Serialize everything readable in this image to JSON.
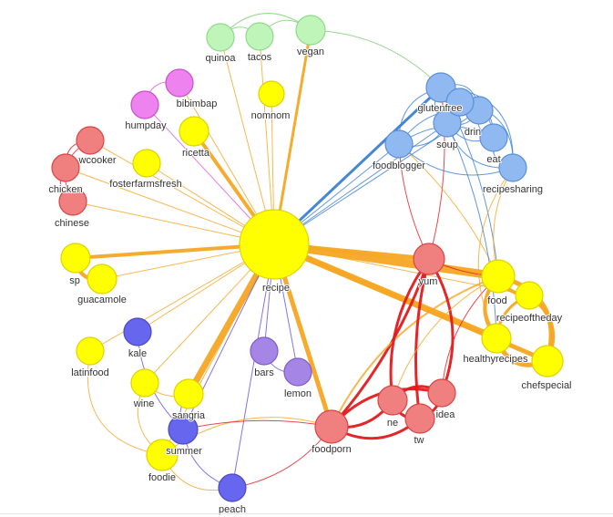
{
  "graph": {
    "colors": {
      "green": "#bff5b8",
      "magenta": "#ee82ee",
      "red": "#f07f7f",
      "yellow": "#ffff00",
      "blue": "#8fb9f0",
      "purple": "#6666ee",
      "lavender": "#a585e6",
      "edge_orange": "#f5a623",
      "edge_red": "#e31a1c",
      "edge_blue": "#3b7fd4",
      "edge_purple": "#6a4fe0",
      "edge_green": "#7ccf70",
      "edge_magenta": "#d957d9"
    },
    "nodes": [
      {
        "id": "recipe",
        "label": "recipe",
        "group": "yellow"
      },
      {
        "id": "quinoa",
        "label": "quinoa",
        "group": "green"
      },
      {
        "id": "tacos",
        "label": "tacos",
        "group": "green"
      },
      {
        "id": "vegan",
        "label": "vegan",
        "group": "green"
      },
      {
        "id": "bibimbap",
        "label": "bibimbap",
        "group": "magenta"
      },
      {
        "id": "humpday",
        "label": "humpday",
        "group": "magenta"
      },
      {
        "id": "nomnom",
        "label": "nomnom",
        "group": "yellow"
      },
      {
        "id": "ricetta",
        "label": "ricetta",
        "group": "yellow"
      },
      {
        "id": "crockpot",
        "label": "wcooker",
        "group": "red"
      },
      {
        "id": "chicken",
        "label": "chicken",
        "group": "red"
      },
      {
        "id": "chinese",
        "label": "chinese",
        "group": "red"
      },
      {
        "id": "fosterfarmsfresh",
        "label": "fosterfarmsfresh",
        "group": "yellow"
      },
      {
        "id": "sp",
        "label": "sp",
        "group": "yellow"
      },
      {
        "id": "guacamole",
        "label": "guacamole",
        "group": "yellow"
      },
      {
        "id": "kale",
        "label": "kale",
        "group": "purple"
      },
      {
        "id": "latinfood",
        "label": "latinfood",
        "group": "yellow"
      },
      {
        "id": "wine",
        "label": "wine",
        "group": "yellow"
      },
      {
        "id": "sangria",
        "label": "sangria",
        "group": "yellow"
      },
      {
        "id": "summer",
        "label": "summer",
        "group": "purple"
      },
      {
        "id": "foodie",
        "label": "foodie",
        "group": "yellow"
      },
      {
        "id": "peach",
        "label": "peach",
        "group": "purple"
      },
      {
        "id": "bars",
        "label": "bars",
        "group": "lavender"
      },
      {
        "id": "lemon",
        "label": "lemon",
        "group": "lavender"
      },
      {
        "id": "foodporn",
        "label": "foodporn",
        "group": "red"
      },
      {
        "id": "yum",
        "label": "yum",
        "group": "red"
      },
      {
        "id": "ne",
        "label": "ne",
        "group": "red"
      },
      {
        "id": "idea",
        "label": "idea",
        "group": "red"
      },
      {
        "id": "tw",
        "label": "tw",
        "group": "red"
      },
      {
        "id": "food",
        "label": "food",
        "group": "yellow"
      },
      {
        "id": "recipeoftheday",
        "label": "recipeoftheday",
        "group": "yellow"
      },
      {
        "id": "healthyrecipes",
        "label": "healthyrecipes",
        "group": "yellow"
      },
      {
        "id": "chefspecial",
        "label": "chefspecial",
        "group": "yellow"
      },
      {
        "id": "glutenfree",
        "label": "glutenfree",
        "group": "blue"
      },
      {
        "id": "drink",
        "label": "drin",
        "group": "blue"
      },
      {
        "id": "soup",
        "label": "soup",
        "group": "blue"
      },
      {
        "id": "eat",
        "label": "eat",
        "group": "blue"
      },
      {
        "id": "foodblogger",
        "label": "foodblogger",
        "group": "blue"
      },
      {
        "id": "recipesharing",
        "label": "recipesharing",
        "group": "blue"
      },
      {
        "id": "blueA",
        "label": "",
        "group": "blue"
      }
    ],
    "edges": [
      {
        "s": "recipe",
        "t": "foodporn",
        "w": 5,
        "c": "edge_orange"
      },
      {
        "s": "recipe",
        "t": "food",
        "w": 9,
        "c": "edge_orange"
      },
      {
        "s": "recipe",
        "t": "healthyrecipes",
        "w": 7,
        "c": "edge_orange"
      },
      {
        "s": "recipe",
        "t": "yum",
        "w": 5,
        "c": "edge_orange"
      },
      {
        "s": "recipe",
        "t": "chefspecial",
        "w": 5,
        "c": "edge_orange"
      },
      {
        "s": "recipe",
        "t": "sangria",
        "w": 7,
        "c": "edge_orange"
      },
      {
        "s": "recipe",
        "t": "sp",
        "w": 4,
        "c": "edge_orange"
      },
      {
        "s": "recipe",
        "t": "ricetta",
        "w": 4,
        "c": "edge_orange"
      },
      {
        "s": "recipe",
        "t": "vegan",
        "w": 3,
        "c": "edge_orange"
      },
      {
        "s": "recipe",
        "t": "glutenfree",
        "w": 3,
        "c": "edge_blue"
      },
      {
        "s": "recipe",
        "t": "foodblogger",
        "w": 1,
        "c": "edge_blue"
      },
      {
        "s": "recipe",
        "t": "soup",
        "w": 1,
        "c": "edge_blue"
      },
      {
        "s": "recipe",
        "t": "drink",
        "w": 1,
        "c": "edge_blue"
      },
      {
        "s": "recipe",
        "t": "quinoa",
        "w": 1,
        "c": "edge_orange"
      },
      {
        "s": "recipe",
        "t": "tacos",
        "w": 1,
        "c": "edge_orange"
      },
      {
        "s": "recipe",
        "t": "bibimbap",
        "w": 1,
        "c": "edge_orange"
      },
      {
        "s": "recipe",
        "t": "humpday",
        "w": 1,
        "c": "edge_magenta"
      },
      {
        "s": "recipe",
        "t": "nomnom",
        "w": 1,
        "c": "edge_orange"
      },
      {
        "s": "recipe",
        "t": "crockpot",
        "w": 1,
        "c": "edge_orange"
      },
      {
        "s": "recipe",
        "t": "chicken",
        "w": 1,
        "c": "edge_orange"
      },
      {
        "s": "recipe",
        "t": "chinese",
        "w": 1,
        "c": "edge_orange"
      },
      {
        "s": "recipe",
        "t": "fosterfarmsfresh",
        "w": 1,
        "c": "edge_orange"
      },
      {
        "s": "recipe",
        "t": "guacamole",
        "w": 1,
        "c": "edge_orange"
      },
      {
        "s": "recipe",
        "t": "kale",
        "w": 1,
        "c": "edge_orange"
      },
      {
        "s": "recipe",
        "t": "latinfood",
        "w": 1,
        "c": "edge_orange"
      },
      {
        "s": "recipe",
        "t": "wine",
        "w": 1,
        "c": "edge_orange"
      },
      {
        "s": "recipe",
        "t": "summer",
        "w": 1,
        "c": "edge_purple"
      },
      {
        "s": "recipe",
        "t": "foodie",
        "w": 1,
        "c": "edge_orange"
      },
      {
        "s": "recipe",
        "t": "peach",
        "w": 1,
        "c": "edge_purple"
      },
      {
        "s": "recipe",
        "t": "bars",
        "w": 1,
        "c": "edge_purple"
      },
      {
        "s": "recipe",
        "t": "lemon",
        "w": 1,
        "c": "edge_purple"
      },
      {
        "s": "recipe",
        "t": "recipeoftheday",
        "w": 1,
        "c": "edge_orange"
      },
      {
        "s": "quinoa",
        "t": "tacos",
        "w": 1,
        "c": "edge_green",
        "curve": -0.5
      },
      {
        "s": "tacos",
        "t": "vegan",
        "w": 1,
        "c": "edge_green",
        "curve": -0.5
      },
      {
        "s": "quinoa",
        "t": "vegan",
        "w": 1,
        "c": "edge_green",
        "curve": -0.45
      },
      {
        "s": "vegan",
        "t": "glutenfree",
        "w": 1,
        "c": "edge_green",
        "curve": -0.2
      },
      {
        "s": "bibimbap",
        "t": "humpday",
        "w": 1,
        "c": "edge_magenta",
        "curve": 0.5
      },
      {
        "s": "crockpot",
        "t": "chicken",
        "w": 1,
        "c": "edge_red",
        "curve": 0.5
      },
      {
        "s": "chicken",
        "t": "chinese",
        "w": 1,
        "c": "edge_red",
        "curve": 0.5
      },
      {
        "s": "crockpot",
        "t": "chinese",
        "w": 1,
        "c": "edge_red",
        "curve": 0.5
      },
      {
        "s": "sp",
        "t": "guacamole",
        "w": 4,
        "c": "edge_orange",
        "curve": 0.5
      },
      {
        "s": "kale",
        "t": "summer",
        "w": 1,
        "c": "edge_purple",
        "curve": 0.2
      },
      {
        "s": "summer",
        "t": "peach",
        "w": 1,
        "c": "edge_purple",
        "curve": 0.3
      },
      {
        "s": "bars",
        "t": "lemon",
        "w": 1,
        "c": "edge_purple",
        "curve": 0.4
      },
      {
        "s": "sangria",
        "t": "summer",
        "w": 1,
        "c": "edge_purple",
        "curve": 0.3
      },
      {
        "s": "wine",
        "t": "foodie",
        "w": 1,
        "c": "edge_orange",
        "curve": 0.4
      },
      {
        "s": "wine",
        "t": "sangria",
        "w": 1,
        "c": "edge_orange",
        "curve": 0.3
      },
      {
        "s": "latinfood",
        "t": "foodie",
        "w": 1,
        "c": "edge_orange",
        "curve": 0.5
      },
      {
        "s": "foodie",
        "t": "peach",
        "w": 1,
        "c": "edge_orange",
        "curve": 0.4
      },
      {
        "s": "foodie",
        "t": "foodporn",
        "w": 1,
        "c": "edge_orange",
        "curve": -0.25
      },
      {
        "s": "summer",
        "t": "foodporn",
        "w": 1,
        "c": "edge_red",
        "curve": -0.1
      },
      {
        "s": "peach",
        "t": "foodporn",
        "w": 1,
        "c": "edge_red",
        "curve": 0.2
      },
      {
        "s": "foodporn",
        "t": "yum",
        "w": 3,
        "c": "edge_red",
        "curve": 0.1
      },
      {
        "s": "foodporn",
        "t": "ne",
        "w": 3,
        "c": "edge_red",
        "curve": 0.3
      },
      {
        "s": "foodporn",
        "t": "tw",
        "w": 3,
        "c": "edge_red",
        "curve": 0.35
      },
      {
        "s": "foodporn",
        "t": "idea",
        "w": 3,
        "c": "edge_red",
        "curve": -0.3
      },
      {
        "s": "foodporn",
        "t": "food",
        "w": 2,
        "c": "edge_orange",
        "curve": -0.2
      },
      {
        "s": "yum",
        "t": "ne",
        "w": 3,
        "c": "edge_red",
        "curve": 0.2
      },
      {
        "s": "yum",
        "t": "idea",
        "w": 3,
        "c": "edge_red",
        "curve": -0.25
      },
      {
        "s": "yum",
        "t": "tw",
        "w": 3,
        "c": "edge_red",
        "curve": 0.1
      },
      {
        "s": "ne",
        "t": "idea",
        "w": 3,
        "c": "edge_red",
        "curve": -0.4
      },
      {
        "s": "ne",
        "t": "tw",
        "w": 3,
        "c": "edge_red",
        "curve": 0.4
      },
      {
        "s": "tw",
        "t": "idea",
        "w": 3,
        "c": "edge_red",
        "curve": 0.3
      },
      {
        "s": "yum",
        "t": "food",
        "w": 1,
        "c": "edge_red",
        "curve": 0.1
      },
      {
        "s": "yum",
        "t": "glutenfree",
        "w": 1,
        "c": "edge_red",
        "curve": 0.1
      },
      {
        "s": "yum",
        "t": "foodblogger",
        "w": 1,
        "c": "edge_red",
        "curve": -0.1
      },
      {
        "s": "idea",
        "t": "food",
        "w": 1,
        "c": "edge_red",
        "curve": -0.2
      },
      {
        "s": "food",
        "t": "recipeoftheday",
        "w": 4,
        "c": "edge_orange",
        "curve": 0.3
      },
      {
        "s": "food",
        "t": "healthyrecipes",
        "w": 4,
        "c": "edge_orange",
        "curve": 0.4
      },
      {
        "s": "food",
        "t": "chefspecial",
        "w": 5,
        "c": "edge_orange",
        "curve": -0.5
      },
      {
        "s": "healthyrecipes",
        "t": "chefspecial",
        "w": 5,
        "c": "edge_orange",
        "curve": 0.5
      },
      {
        "s": "recipeoftheday",
        "t": "chefspecial",
        "w": 4,
        "c": "edge_orange",
        "curve": -0.4
      },
      {
        "s": "healthyrecipes",
        "t": "recipeoftheday",
        "w": 3,
        "c": "edge_orange",
        "curve": -0.3
      },
      {
        "s": "food",
        "t": "glutenfree",
        "w": 1,
        "c": "edge_blue",
        "curve": 0.1
      },
      {
        "s": "food",
        "t": "recipesharing",
        "w": 1,
        "c": "edge_orange",
        "curve": -0.2
      },
      {
        "s": "food",
        "t": "foodblogger",
        "w": 1,
        "c": "edge_orange",
        "curve": 0.1
      },
      {
        "s": "healthyrecipes",
        "t": "recipesharing",
        "w": 1,
        "c": "edge_orange",
        "curve": -0.3
      },
      {
        "s": "healthyrecipes",
        "t": "soup",
        "w": 1,
        "c": "edge_blue",
        "curve": 0.1
      },
      {
        "s": "ne",
        "t": "food",
        "w": 1,
        "c": "edge_orange",
        "curve": -0.2
      },
      {
        "s": "glutenfree",
        "t": "drink",
        "w": 1,
        "c": "edge_blue",
        "curve": -0.6
      },
      {
        "s": "glutenfree",
        "t": "soup",
        "w": 1,
        "c": "edge_blue",
        "curve": 0.5
      },
      {
        "s": "glutenfree",
        "t": "eat",
        "w": 1,
        "c": "edge_blue",
        "curve": -0.4
      },
      {
        "s": "glutenfree",
        "t": "foodblogger",
        "w": 1,
        "c": "edge_blue",
        "curve": 0.4
      },
      {
        "s": "glutenfree",
        "t": "recipesharing",
        "w": 1,
        "c": "edge_blue",
        "curve": -0.5
      },
      {
        "s": "glutenfree",
        "t": "blueA",
        "w": 1,
        "c": "edge_blue",
        "curve": -0.5
      },
      {
        "s": "blueA",
        "t": "recipesharing",
        "w": 1,
        "c": "edge_blue",
        "curve": -0.45
      },
      {
        "s": "blueA",
        "t": "eat",
        "w": 1,
        "c": "edge_blue",
        "curve": -0.5
      },
      {
        "s": "soup",
        "t": "drink",
        "w": 1,
        "c": "edge_blue",
        "curve": 0.4
      },
      {
        "s": "soup",
        "t": "eat",
        "w": 1,
        "c": "edge_blue",
        "curve": 0.4
      },
      {
        "s": "soup",
        "t": "foodblogger",
        "w": 1,
        "c": "edge_blue",
        "curve": -0.4
      },
      {
        "s": "soup",
        "t": "recipesharing",
        "w": 1,
        "c": "edge_blue",
        "curve": 0.4
      },
      {
        "s": "drink",
        "t": "eat",
        "w": 1,
        "c": "edge_blue",
        "curve": 0.5
      },
      {
        "s": "eat",
        "t": "recipesharing",
        "w": 1,
        "c": "edge_blue",
        "curve": 0.5
      },
      {
        "s": "foodblogger",
        "t": "eat",
        "w": 1,
        "c": "edge_blue",
        "curve": -0.3
      },
      {
        "s": "foodblogger",
        "t": "drink",
        "w": 1,
        "c": "edge_blue",
        "curve": -0.3
      },
      {
        "s": "foodblogger",
        "t": "recipesharing",
        "w": 1,
        "c": "edge_blue",
        "curve": 0.3
      }
    ]
  }
}
